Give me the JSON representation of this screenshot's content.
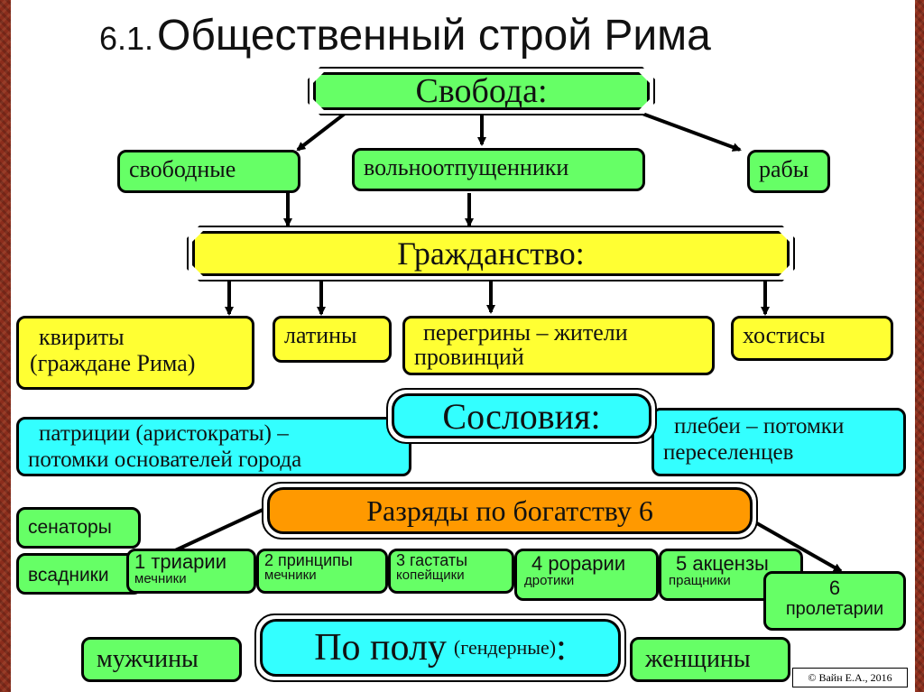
{
  "title": {
    "num": "6.1.",
    "text": "Общественный строй Рима"
  },
  "freedom": {
    "header": "Свобода:",
    "items": [
      "свободные",
      "вольноотпущенники",
      "рабы"
    ]
  },
  "citizenship": {
    "header": "Гражданство:",
    "items": [
      [
        "квириты",
        "(граждане Рима)"
      ],
      [
        "латины"
      ],
      [
        "перегрины – жители",
        "провинций"
      ],
      [
        "хостисы"
      ]
    ]
  },
  "estates": {
    "header": "Сословия:",
    "patricians": [
      "патриции (аристократы) –",
      "потомки основателей города"
    ],
    "plebeians": [
      "плебеи – потомки",
      "переселенцев"
    ]
  },
  "wealth": {
    "header": "Разряды по богатству 6",
    "senators": "сенаторы",
    "horsemen": "всадники",
    "ranks": [
      {
        "top": "1 триарии",
        "bottom": "мечники"
      },
      {
        "top": "2 принципы",
        "bottom": "мечники"
      },
      {
        "top": "3 гастаты",
        "bottom": "копейщики"
      },
      {
        "top": "4 рорарии",
        "bottom": "дротики"
      },
      {
        "top": "5 акцензы",
        "bottom": "пращники"
      },
      {
        "top": "6",
        "bottom": "пролетарии"
      }
    ]
  },
  "gender": {
    "header": "По полу",
    "header_note": "(гендерные)",
    "header_colon": ":",
    "items": [
      "мужчины",
      "женщины"
    ]
  },
  "copyright": "© Вайн Е.А., 2016",
  "colors": {
    "green": "#66ff66",
    "yellow": "#ffff33",
    "cyan": "#33ffff",
    "orange": "#ff9900",
    "frame": "#8b2d1c"
  }
}
